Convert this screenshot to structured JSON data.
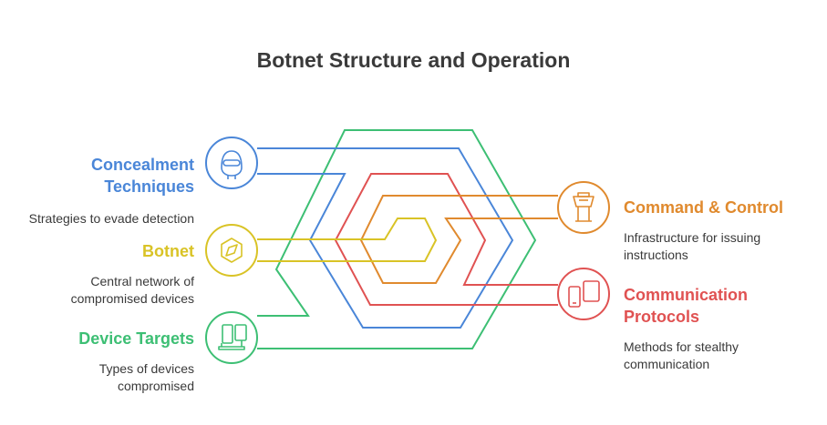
{
  "title": "Botnet Structure and Operation",
  "colors": {
    "concealment": "#4a86d8",
    "botnet": "#d9c326",
    "device": "#3dbf74",
    "command": "#e08a2e",
    "communication": "#e05252"
  },
  "items": {
    "concealment": {
      "label_line1": "Concealment",
      "label_line2": "Techniques",
      "desc": "Strategies to evade detection",
      "icon": "ninja-mask-icon"
    },
    "botnet": {
      "label": "Botnet",
      "desc_line1": "Central network of",
      "desc_line2": "compromised devices",
      "icon": "compass-hexagon-icon"
    },
    "device": {
      "label": "Device Targets",
      "desc_line1": "Types of devices",
      "desc_line2": "compromised",
      "icon": "devices-icon"
    },
    "command": {
      "label": "Command & Control",
      "desc_line1": "Infrastructure for issuing",
      "desc_line2": "instructions",
      "icon": "control-tower-icon"
    },
    "communication": {
      "label_line1": "Communication",
      "label_line2": "Protocols",
      "desc_line1": "Methods for stealthy",
      "desc_line2": "communication",
      "icon": "phone-tablet-icon"
    }
  }
}
